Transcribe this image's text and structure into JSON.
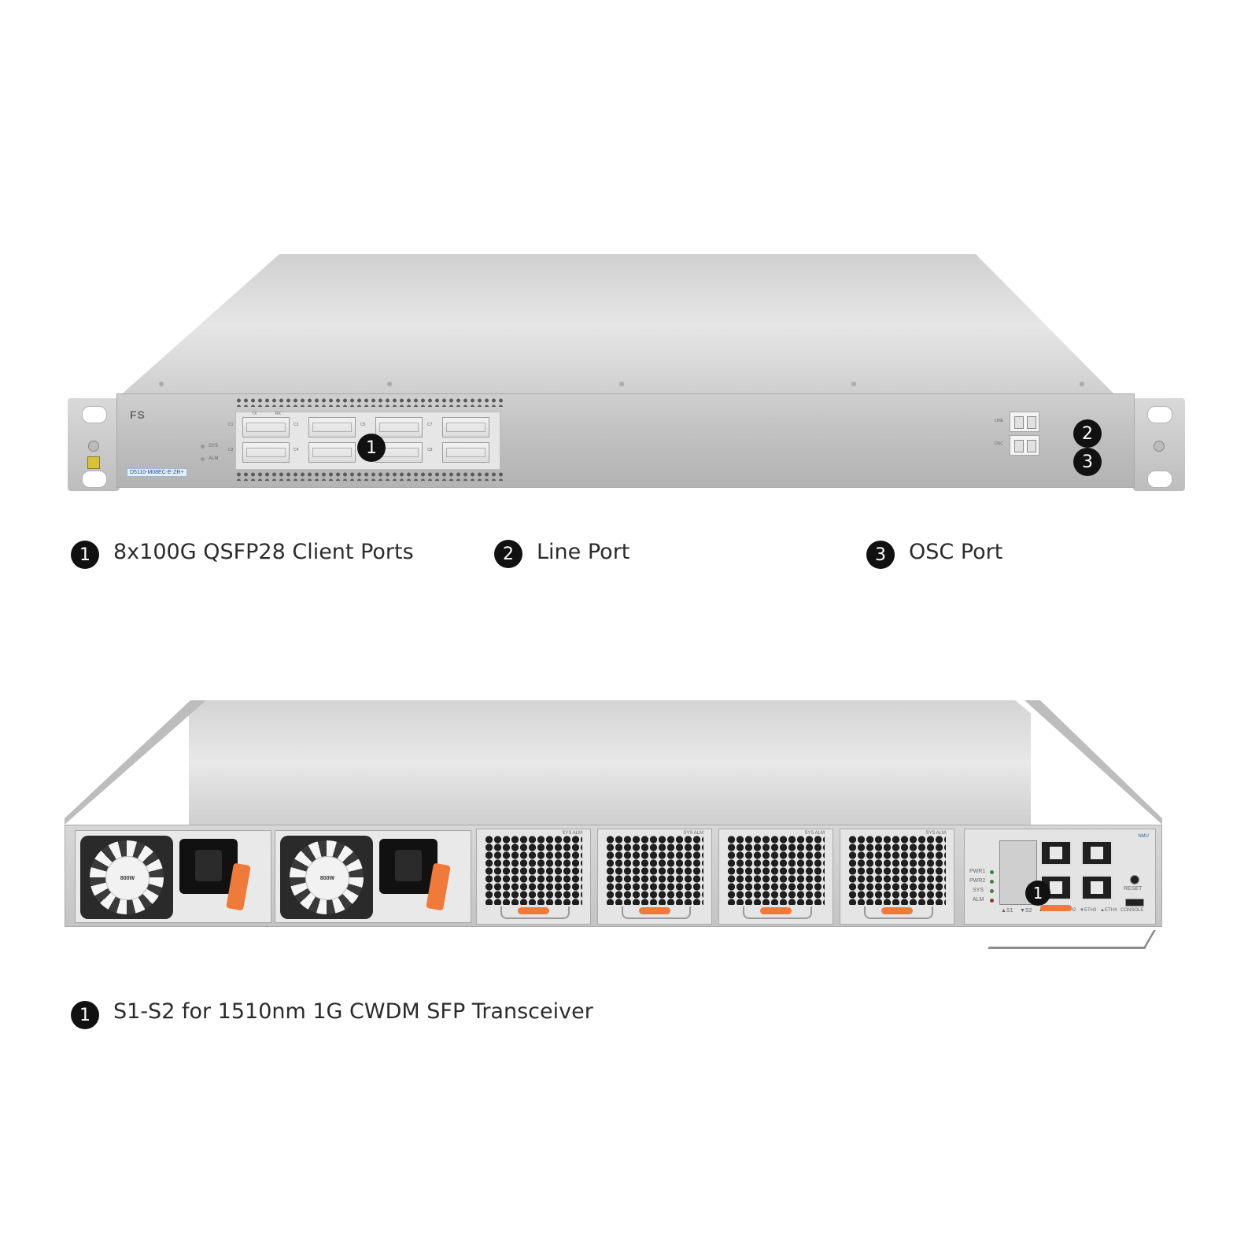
{
  "front": {
    "brand": "FS",
    "model": "D5110-M08EC-E-ZR+",
    "led_labels": [
      "SYS",
      "ALM"
    ],
    "client_port_rows": {
      "top": [
        "C1",
        "C3",
        "C5",
        "C7"
      ],
      "bottom": [
        "C2",
        "C4",
        "C6",
        "C8"
      ]
    },
    "tx": "TX",
    "rx": "RX",
    "line_label": "LINE",
    "osc_label": "OSC",
    "callouts": [
      {
        "number": "1",
        "text": "8x100G QSFP28 Client Ports"
      },
      {
        "number": "2",
        "text": "Line Port"
      },
      {
        "number": "3",
        "text": "OSC Port"
      }
    ]
  },
  "rear": {
    "psu_rating": "800W",
    "fan_labels": "SYS ALM",
    "nmu_label": "NMU",
    "status_leds": [
      "PWR1",
      "PWR2",
      "SYS",
      "ALM"
    ],
    "sfp_slots": [
      "▲S1",
      "▼S2"
    ],
    "eth_ports": [
      "▲ETH1",
      "▼ETH2",
      "▼ETH3",
      "▲ETH4"
    ],
    "reset_label": "RESET",
    "console_label": "CONSOLE",
    "callouts": [
      {
        "number": "1",
        "text": "S1-S2 for 1510nm 1G CWDM SFP Transceiver"
      }
    ]
  },
  "colors": {
    "chassis": "#c4c4c4",
    "latch_orange": "#f07a3a",
    "badge": "#111111"
  }
}
